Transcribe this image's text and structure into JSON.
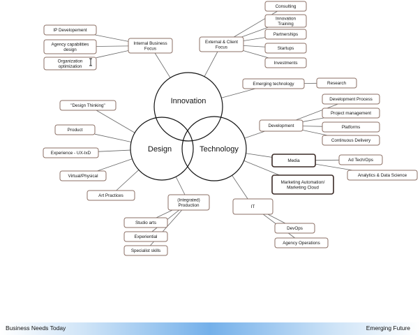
{
  "circles": [
    {
      "id": "innovation",
      "label": "Innovation"
    },
    {
      "id": "design",
      "label": "Design"
    },
    {
      "id": "technology",
      "label": "Technology"
    }
  ],
  "nodes": [
    {
      "id": "ip-development",
      "lines": [
        "IP Developement"
      ]
    },
    {
      "id": "agency-capabilities-design",
      "lines": [
        "Agency capabilities",
        "design"
      ]
    },
    {
      "id": "organization-optimization",
      "lines": [
        "Organization",
        "optimization"
      ]
    },
    {
      "id": "internal-business-focus",
      "lines": [
        "Internal Business",
        "Focus"
      ]
    },
    {
      "id": "consulting",
      "lines": [
        "Consulting"
      ]
    },
    {
      "id": "innovation-training",
      "lines": [
        "Innovation",
        "Training"
      ]
    },
    {
      "id": "partnerships",
      "lines": [
        "Partnerships"
      ]
    },
    {
      "id": "startups",
      "lines": [
        "Startups"
      ]
    },
    {
      "id": "investments",
      "lines": [
        "Investments"
      ]
    },
    {
      "id": "external-client-focus",
      "lines": [
        "External & Client",
        "Focus"
      ]
    },
    {
      "id": "emerging-technology",
      "lines": [
        "Emerging technology"
      ]
    },
    {
      "id": "research",
      "lines": [
        "Research"
      ]
    },
    {
      "id": "development",
      "lines": [
        "Development"
      ]
    },
    {
      "id": "development-process",
      "lines": [
        "Development Process"
      ]
    },
    {
      "id": "project-management",
      "lines": [
        "Project management"
      ]
    },
    {
      "id": "platforms",
      "lines": [
        "Platforms"
      ]
    },
    {
      "id": "continuous-delivery",
      "lines": [
        "Continuous Delivery"
      ]
    },
    {
      "id": "media",
      "lines": [
        "Media"
      ]
    },
    {
      "id": "ad-tech-ops",
      "lines": [
        "Ad Tech/Ops"
      ]
    },
    {
      "id": "analytics-data-science",
      "lines": [
        "Analytics & Data Science"
      ]
    },
    {
      "id": "marketing-automation",
      "lines": [
        "Marketing Automation/",
        "Marketing Cloud"
      ]
    },
    {
      "id": "it",
      "lines": [
        "IT"
      ]
    },
    {
      "id": "devops",
      "lines": [
        "DevOps"
      ]
    },
    {
      "id": "agency-operations",
      "lines": [
        "Agency Operations"
      ]
    },
    {
      "id": "design-thinking",
      "lines": [
        "\"Design Thinking\""
      ]
    },
    {
      "id": "product",
      "lines": [
        "Product"
      ]
    },
    {
      "id": "experience-ux-ixd",
      "lines": [
        "Experience - UX-IxD"
      ]
    },
    {
      "id": "virtual-physical",
      "lines": [
        "Virtual/Physical"
      ]
    },
    {
      "id": "art-practices",
      "lines": [
        "Art Practices"
      ]
    },
    {
      "id": "integrated-production",
      "lines": [
        "(Integrated)",
        "Production"
      ]
    },
    {
      "id": "studio-arts",
      "lines": [
        "Studio arts"
      ]
    },
    {
      "id": "experiential",
      "lines": [
        "Experiential"
      ]
    },
    {
      "id": "specialist-skills",
      "lines": [
        "Specialist skills"
      ]
    }
  ],
  "edges": [
    [
      "internal-business-focus",
      "ip-development"
    ],
    [
      "internal-business-focus",
      "agency-capabilities-design"
    ],
    [
      "internal-business-focus",
      "organization-optimization"
    ],
    [
      "internal-business-focus",
      "innovation"
    ],
    [
      "external-client-focus",
      "innovation"
    ],
    [
      "external-client-focus",
      "consulting"
    ],
    [
      "external-client-focus",
      "innovation-training"
    ],
    [
      "external-client-focus",
      "partnerships"
    ],
    [
      "external-client-focus",
      "startups"
    ],
    [
      "external-client-focus",
      "investments"
    ],
    [
      "emerging-technology",
      "innovation"
    ],
    [
      "emerging-technology",
      "research"
    ],
    [
      "development",
      "technology"
    ],
    [
      "development",
      "development-process"
    ],
    [
      "development",
      "project-management"
    ],
    [
      "development",
      "platforms"
    ],
    [
      "development",
      "continuous-delivery"
    ],
    [
      "media",
      "technology"
    ],
    [
      "media",
      "ad-tech-ops"
    ],
    [
      "media",
      "analytics-data-science"
    ],
    [
      "marketing-automation",
      "technology"
    ],
    [
      "it",
      "technology"
    ],
    [
      "it",
      "devops"
    ],
    [
      "it",
      "agency-operations"
    ],
    [
      "design-thinking",
      "design"
    ],
    [
      "product",
      "design"
    ],
    [
      "experience-ux-ixd",
      "design"
    ],
    [
      "virtual-physical",
      "design"
    ],
    [
      "art-practices",
      "design"
    ],
    [
      "integrated-production",
      "design"
    ],
    [
      "integrated-production",
      "studio-arts"
    ],
    [
      "integrated-production",
      "experiential"
    ],
    [
      "integrated-production",
      "specialist-skills"
    ]
  ],
  "footer": {
    "left": "Business Needs Today",
    "right": "Emerging Future"
  }
}
